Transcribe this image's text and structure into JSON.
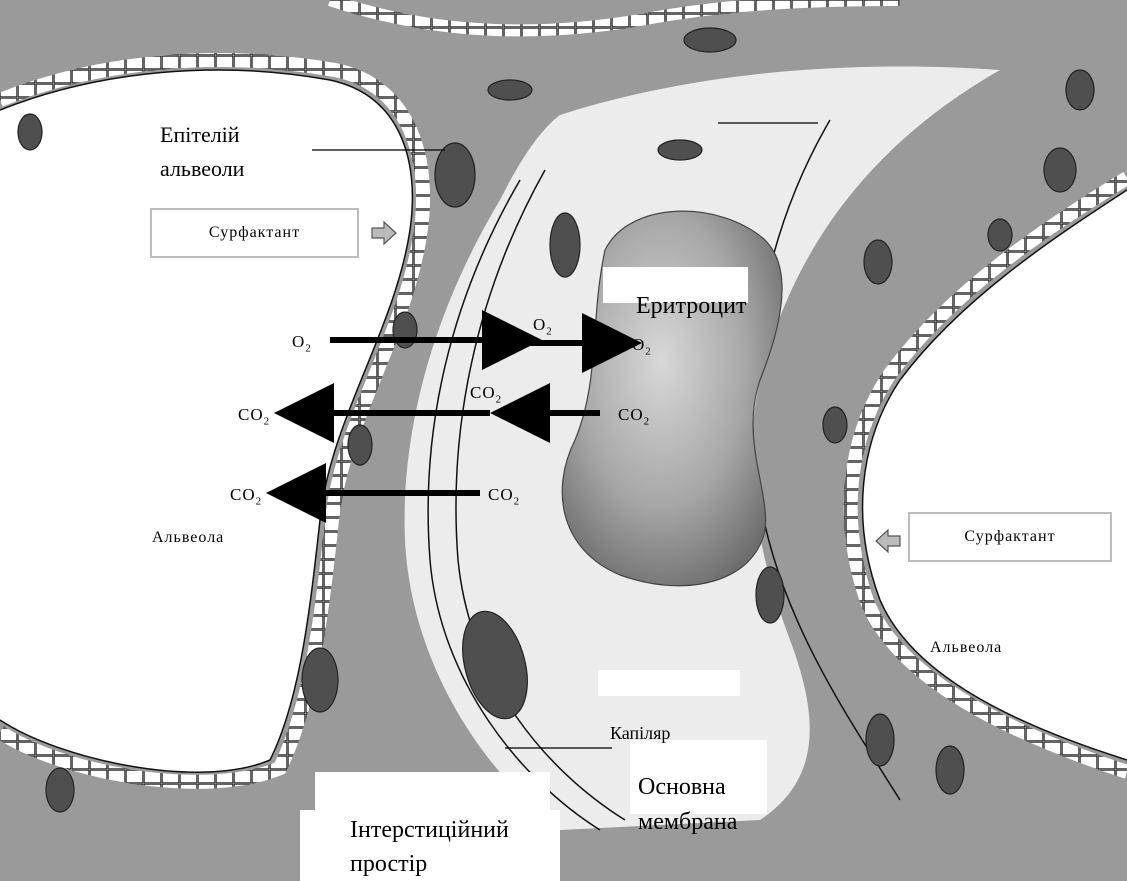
{
  "labels": {
    "epithelium_line1": "Епітелій",
    "epithelium_line2": "альвеоли",
    "surfactant_left": "Сурфактант",
    "surfactant_right": "Сурфактант",
    "erythrocyte": "Еритроцит",
    "alveola_left": "Альвеола",
    "alveola_right": "Альвеола",
    "capillary": "Капіляр",
    "basement_line1": "Основна",
    "basement_line2": "мембрана",
    "interstitial_line1": "Інтерстиційний",
    "interstitial_line2": "простір"
  },
  "gases": {
    "o2_left": "O",
    "o2_mid": "O",
    "o2_right": "O",
    "co2_top_mid": "CO",
    "co2_top_left": "CO",
    "co2_top_right": "CO",
    "co2_bottom_left": "CO",
    "co2_bottom_right": "CO",
    "subscript": "2"
  },
  "colors": {
    "tissue": "#8f8f8f",
    "tissue_dark": "#5e5e5e",
    "nucleus": "#4a4a4a",
    "capillary_bg": "#e9e9e9",
    "erythrocyte": "#a8a8a8"
  }
}
